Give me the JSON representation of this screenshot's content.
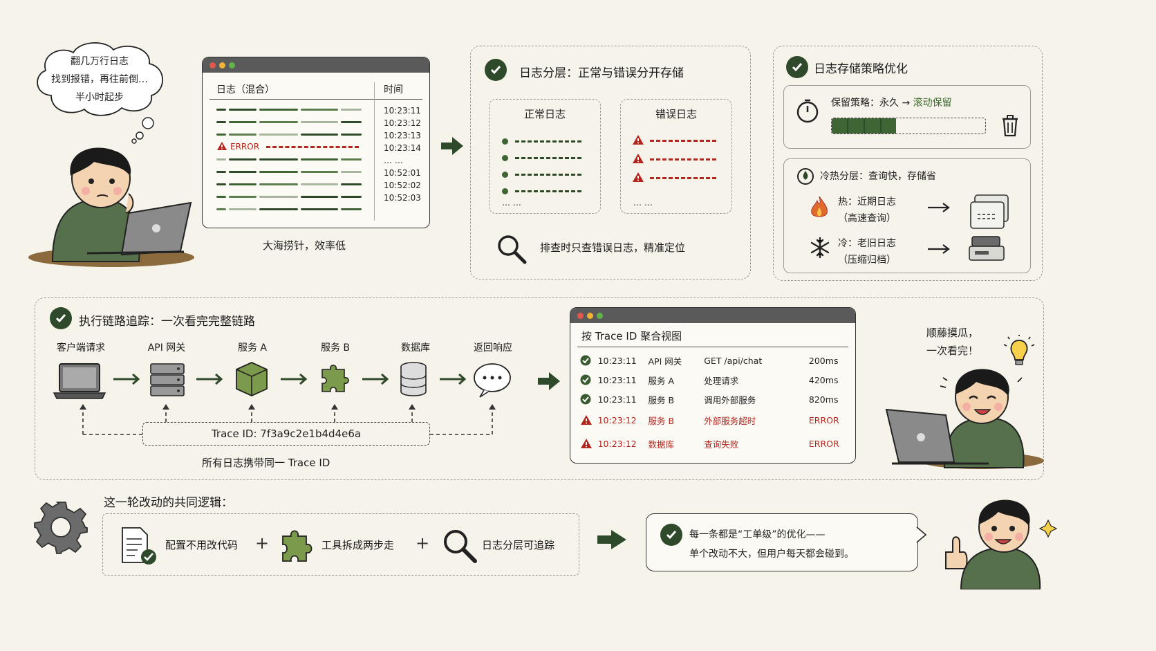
{
  "bubble": {
    "line1": "翻几万行日志",
    "line2": "找到报错，再往前倒…",
    "line3": "半小时起步"
  },
  "mixed_log": {
    "col_log": "日志（混合）",
    "col_time": "时间",
    "error_label": "ERROR",
    "times": [
      "10:23:11",
      "10:23:12",
      "10:23:13",
      "10:23:14",
      "… …",
      "10:52:01",
      "10:52:02",
      "10:52:03"
    ],
    "caption": "大海捞针，效率低"
  },
  "layered": {
    "title": "日志分层：正常与错误分开存储",
    "normal_title": "正常日志",
    "error_title": "错误日志",
    "ellipsis": "… …",
    "caption": "排查时只查错误日志，精准定位"
  },
  "storage": {
    "title": "日志存储策略优化",
    "retention_label": "保留策略：永久",
    "retention_arrow": "→",
    "retention_new": "滚动保留",
    "retention_fill": 0.42,
    "tier_title": "冷热分层：查询快，存储省",
    "hot_line1": "热：近期日志",
    "hot_line2": "（高速查询）",
    "cold_line1": "冷：老旧日志",
    "cold_line2": "（压缩归档）"
  },
  "trace": {
    "title": "执行链路追踪：一次看完完整链路",
    "nodes": [
      "客户端请求",
      "API 网关",
      "服务 A",
      "服务 B",
      "数据库",
      "返回响应"
    ],
    "trace_id": "Trace ID: 7f3a9c2e1b4d4e6a",
    "caption": "所有日志携带同一 Trace ID",
    "view_title": "按 Trace ID 聚合视图",
    "rows": [
      {
        "status": "ok",
        "time": "10:23:11",
        "svc": "API 网关",
        "action": "GET /api/chat",
        "result": "200ms"
      },
      {
        "status": "ok",
        "time": "10:23:11",
        "svc": "服务 A",
        "action": "处理请求",
        "result": "420ms"
      },
      {
        "status": "ok",
        "time": "10:23:11",
        "svc": "服务 B",
        "action": "调用外部服务",
        "result": "820ms"
      },
      {
        "status": "error",
        "time": "10:23:12",
        "svc": "服务 B",
        "action": "外部服务超时",
        "result": "ERROR"
      },
      {
        "status": "error",
        "time": "10:23:12",
        "svc": "数据库",
        "action": "查询失败",
        "result": "ERROR"
      }
    ],
    "happy_line1": "顺藤摸瓜，",
    "happy_line2": "一次看完！"
  },
  "summary": {
    "title": "这一轮改动的共同逻辑：",
    "item1": "配置不用改代码",
    "plus": "+",
    "item2": "工具拆成两步走",
    "item3": "日志分层可追踪",
    "result_line1": "每一条都是“工单级”的优化——",
    "result_line2": "单个改动不大，但用户每天都会碰到。"
  },
  "colors": {
    "accent_green": "#2f4a2a",
    "error_red": "#b3261e",
    "background": "#f6f3ea"
  }
}
